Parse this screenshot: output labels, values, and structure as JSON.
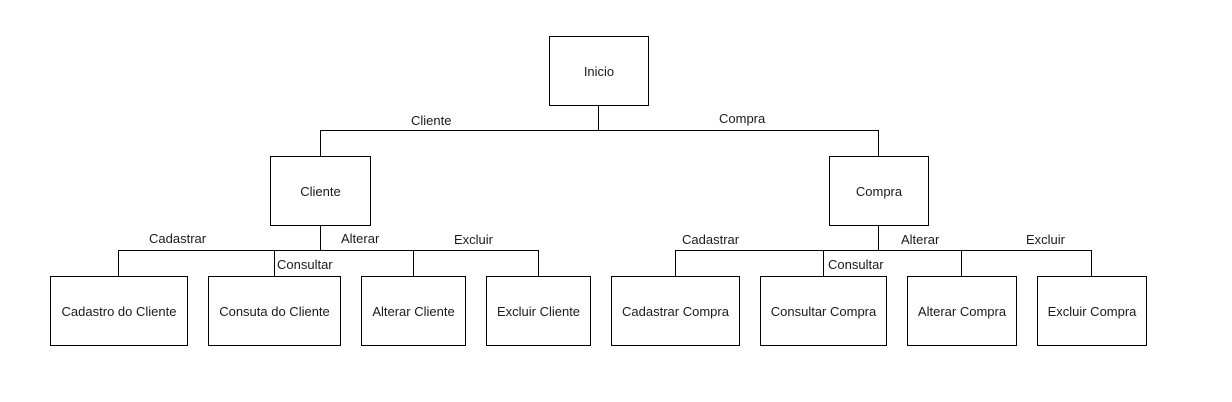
{
  "nodes": {
    "root": "Inicio",
    "cliente": "Cliente",
    "compra": "Compra",
    "cadastro_cliente": "Cadastro do Cliente",
    "consulta_cliente": "Consuta do Cliente",
    "alterar_cliente": "Alterar Cliente",
    "excluir_cliente": "Excluir Cliente",
    "cadastrar_compra": "Cadastrar Compra",
    "consultar_compra": "Consultar Compra",
    "alterar_compra": "Alterar Compra",
    "excluir_compra": "Excluir Compra"
  },
  "edges": {
    "root_cliente": "Cliente",
    "root_compra": "Compra",
    "cliente_cadastrar": "Cadastrar",
    "cliente_consultar": "Consultar",
    "cliente_alterar": "Alterar",
    "cliente_excluir": "Excluir",
    "compra_cadastrar": "Cadastrar",
    "compra_consultar": "Consultar",
    "compra_alterar": "Alterar",
    "compra_excluir": "Excluir"
  }
}
